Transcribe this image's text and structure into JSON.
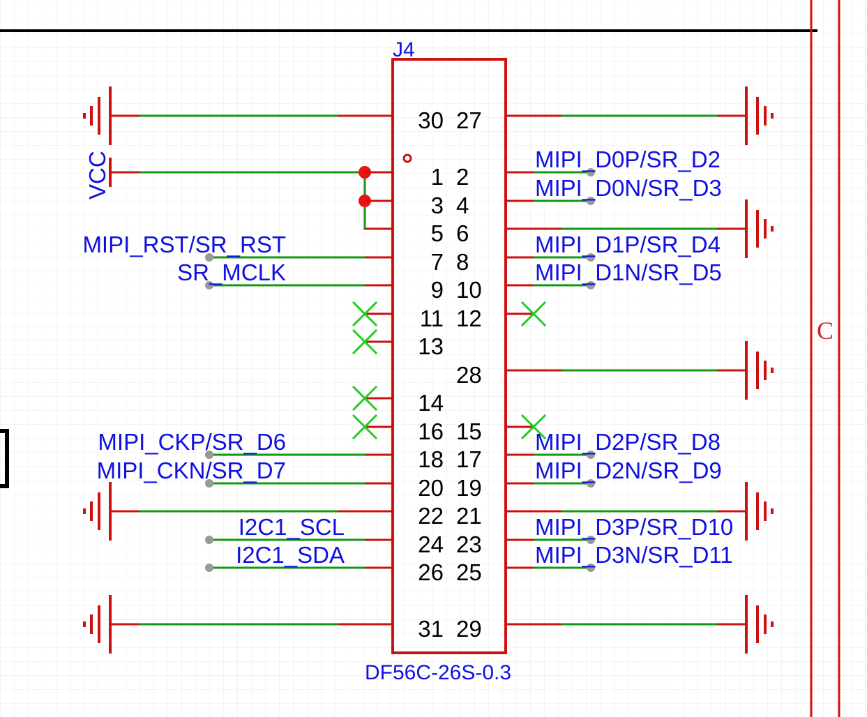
{
  "component": {
    "designator": "J4",
    "part_number": "DF56C-26S-0.3"
  },
  "power_labels": {
    "vcc": "VCC"
  },
  "zone_marker": "C",
  "colors": {
    "grid": "#e8e8e8",
    "pin_line": "#cc1111",
    "wire": "#119911",
    "junction": "#ee1111",
    "net_label": "#1010e0",
    "pin_number": "#000000",
    "no_connect": "#22cc22",
    "port_dot": "#999999",
    "frame_line": "#000000"
  },
  "left_pins": [
    {
      "num": "30",
      "net": "GND",
      "conn": "ground"
    },
    {
      "num": "1",
      "net": "VCC",
      "conn": "vcc"
    },
    {
      "num": "3",
      "net": "VCC",
      "conn": "junction"
    },
    {
      "num": "5",
      "net": "VCC",
      "conn": "tie"
    },
    {
      "num": "7",
      "net": "MIPI_RST/SR_RST",
      "conn": "label"
    },
    {
      "num": "9",
      "net": "SR_MCLK",
      "conn": "label"
    },
    {
      "num": "11",
      "net": "",
      "conn": "nc"
    },
    {
      "num": "13",
      "net": "",
      "conn": "nc"
    },
    {
      "num": "14",
      "net": "",
      "conn": "nc"
    },
    {
      "num": "16",
      "net": "",
      "conn": "nc"
    },
    {
      "num": "18",
      "net": "MIPI_CKP/SR_D6",
      "conn": "label"
    },
    {
      "num": "20",
      "net": "MIPI_CKN/SR_D7",
      "conn": "label"
    },
    {
      "num": "22",
      "net": "GND",
      "conn": "ground"
    },
    {
      "num": "24",
      "net": "I2C1_SCL",
      "conn": "label"
    },
    {
      "num": "26",
      "net": "I2C1_SDA",
      "conn": "label"
    },
    {
      "num": "31",
      "net": "GND",
      "conn": "ground"
    }
  ],
  "right_pins": [
    {
      "num": "27",
      "net": "GND",
      "conn": "ground"
    },
    {
      "num": "2",
      "net": "MIPI_D0P/SR_D2",
      "conn": "label"
    },
    {
      "num": "4",
      "net": "MIPI_D0N/SR_D3",
      "conn": "label"
    },
    {
      "num": "6",
      "net": "GND",
      "conn": "ground"
    },
    {
      "num": "8",
      "net": "MIPI_D1P/SR_D4",
      "conn": "label"
    },
    {
      "num": "10",
      "net": "MIPI_D1N/SR_D5",
      "conn": "label"
    },
    {
      "num": "12",
      "net": "",
      "conn": "nc"
    },
    {
      "num": "28",
      "net": "GND",
      "conn": "ground"
    },
    {
      "num": "15",
      "net": "",
      "conn": "nc"
    },
    {
      "num": "17",
      "net": "MIPI_D2P/SR_D8",
      "conn": "label"
    },
    {
      "num": "19",
      "net": "MIPI_D2N/SR_D9",
      "conn": "label"
    },
    {
      "num": "21",
      "net": "GND",
      "conn": "ground"
    },
    {
      "num": "23",
      "net": "MIPI_D3P/SR_D10",
      "conn": "label"
    },
    {
      "num": "25",
      "net": "MIPI_D3N/SR_D11",
      "conn": "label"
    },
    {
      "num": "29",
      "net": "GND",
      "conn": "ground"
    }
  ]
}
